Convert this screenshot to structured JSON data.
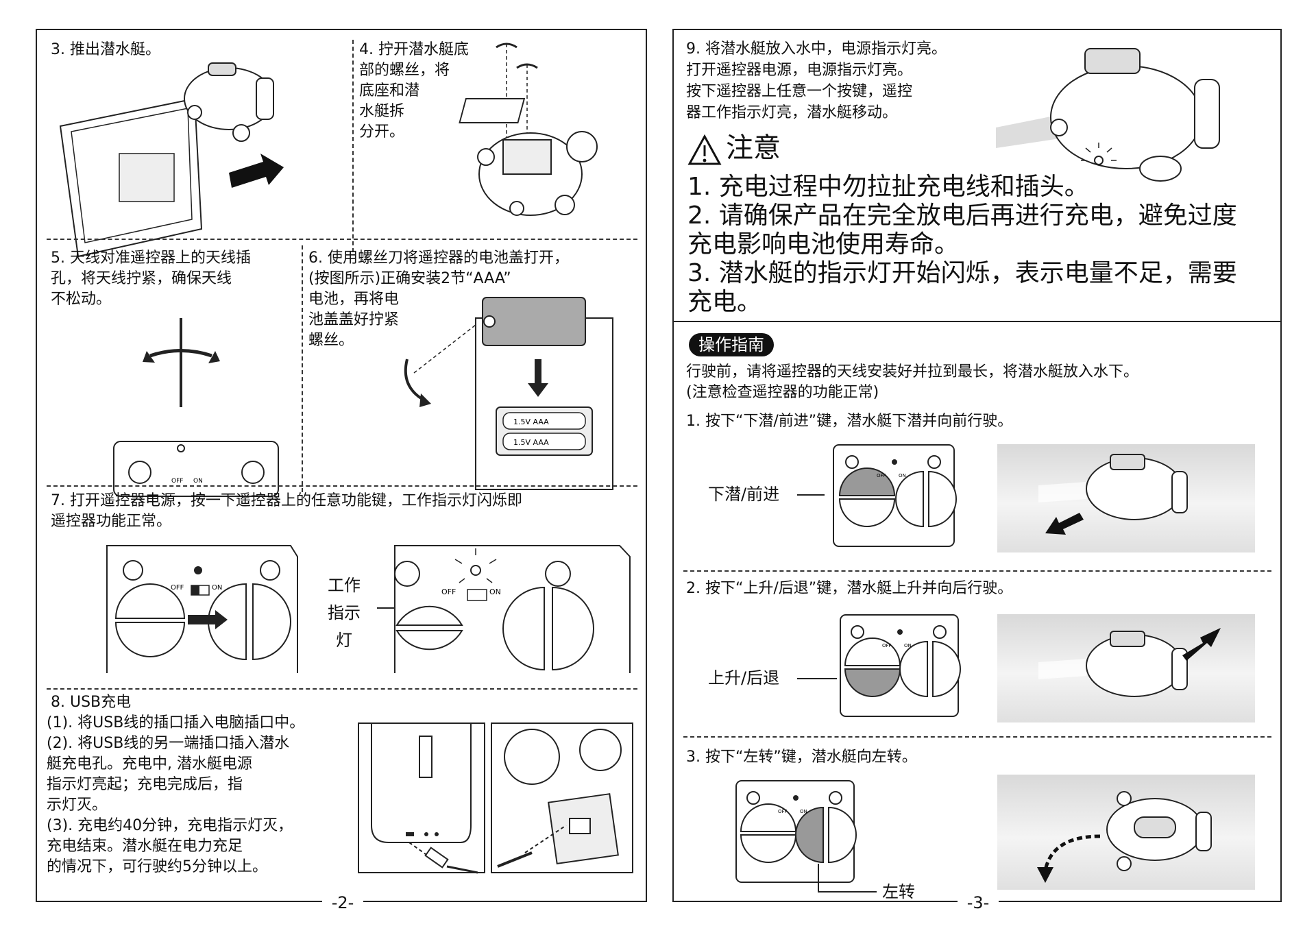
{
  "left": {
    "page_number": "-2-",
    "s3": {
      "text": "3. 推出潜水艇。"
    },
    "s4": {
      "text": "4. 拧开潜水艇底\n部的螺丝，将\n底座和潜\n水艇拆\n分开。"
    },
    "s5": {
      "text": "5. 天线对准遥控器上的天线插\n孔，将天线拧紧，确保天线\n不松动。",
      "switch_off": "OFF",
      "switch_on": "ON"
    },
    "s6": {
      "text": "6. 使用螺丝刀将遥控器的电池盖打开，\n(按图所示)正确安装2节“AAA”\n电池，再将电\n池盖盖好拧紧\n螺丝。",
      "battery_label": "1.5V  AAA"
    },
    "s7": {
      "text": "7. 打开遥控器电源，按一下遥控器上的任意功能键，工作指示灯闪烁即\n遥控器功能正常。",
      "indicator_label": "工作\n指示\n灯",
      "switch_off": "OFF",
      "switch_on": "ON"
    },
    "s8": {
      "title": "8. USB充电",
      "item1": "(1). 将USB线的插口插入电脑插口中。",
      "item2": "(2). 将USB线的另一端插口插入潜水\n艇充电孔。充电中, 潜水艇电源\n指示灯亮起；充电完成后，指\n示灯灭。",
      "item3": "(3). 充电约40分钟，充电指示灯灭，\n充电结束。潜水艇在电力充足\n的情况下，可行驶约5分钟以上。"
    }
  },
  "right": {
    "page_number": "-3-",
    "s9": {
      "text": "9. 将潜水艇放入水中，电源指示灯亮。\n打开遥控器电源，电源指示灯亮。\n按下遥控器上任意一个按键，遥控\n器工作指示灯亮，潜水艇移动。"
    },
    "caution": {
      "title": "注意",
      "item1": "1. 充电过程中勿拉扯充电线和插头。",
      "item2": "2. 请确保产品在完全放电后再进行充电，避免过度\n充电影响电池使用寿命。",
      "item3": "3. 潜水艇的指示灯开始闪烁，表示电量不足，需要\n充电。"
    },
    "guide": {
      "badge": "操作指南",
      "intro": "行驶前，请将遥控器的天线安装好并拉到最长，将潜水艇放入水下。\n(注意检查遥控器的功能正常)",
      "step1": "1. 按下“下潜/前进”键，潜水艇下潜并向前行驶。",
      "step1_label": "下潜/前进",
      "step2": "2. 按下“上升/后退”键，潜水艇上升并向后行驶。",
      "step2_label": "上升/后退",
      "step3": "3. 按下“左转”键，潜水艇向左转。",
      "step3_label": "左转",
      "switch_off": "OFF",
      "switch_on": "ON"
    }
  }
}
